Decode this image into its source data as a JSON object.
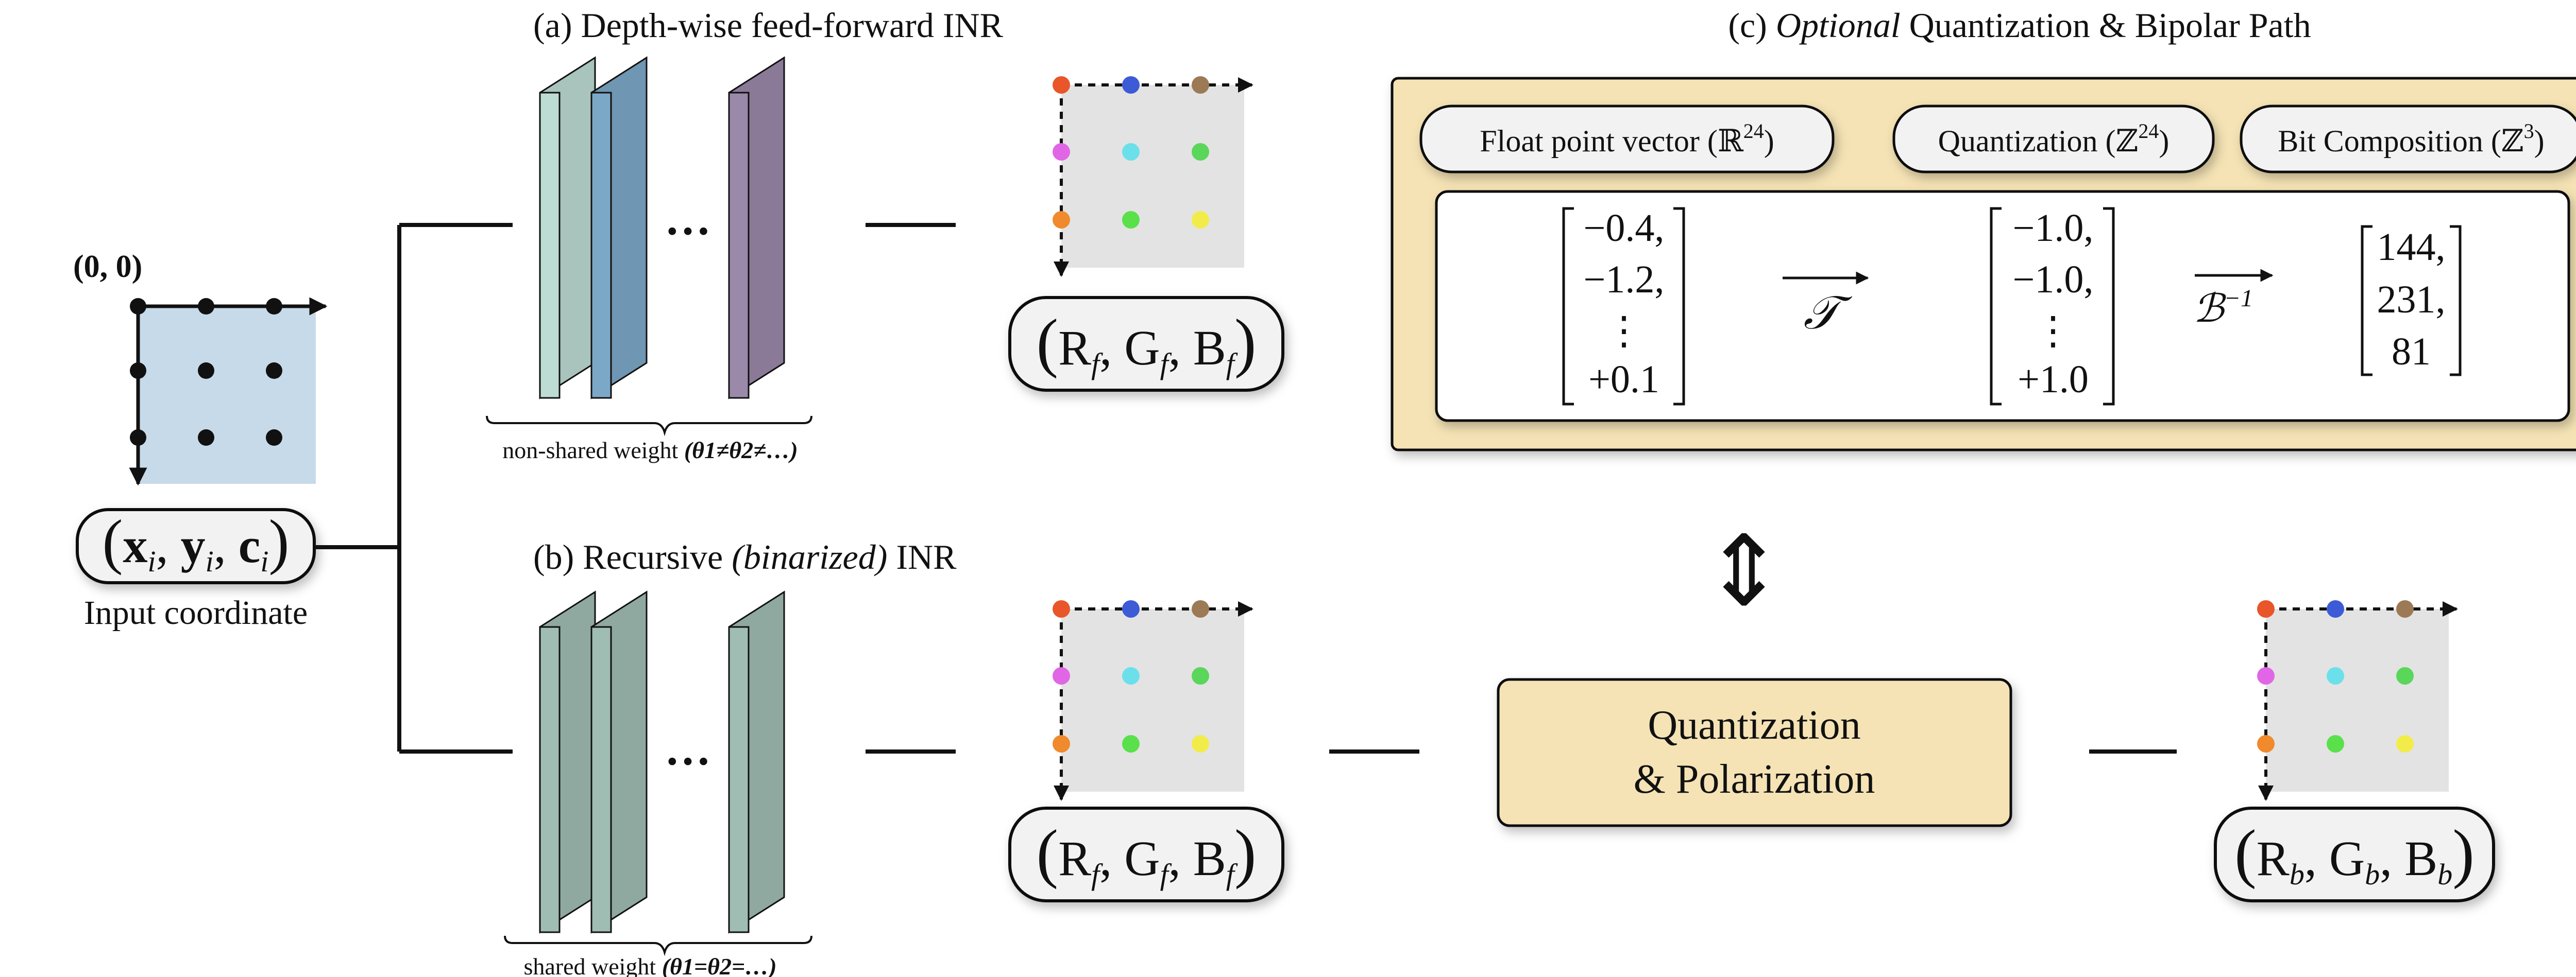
{
  "input": {
    "origin_label": "(0, 0)",
    "tuple": {
      "x": "x",
      "xi": "i",
      "y": "y",
      "yi": "i",
      "c": "c",
      "ci": "i"
    },
    "caption": "Input coordinate"
  },
  "panel_a": {
    "prefix": "(a)",
    "title": "Depth-wise feed-forward INR",
    "ellipsis": "…",
    "brace_text": "non-shared weight",
    "brace_math": "(θ1≠θ2≠…)",
    "output": {
      "R": "R",
      "G": "G",
      "B": "B",
      "sub": "f"
    }
  },
  "panel_b": {
    "prefix": "(b)",
    "title_pre": "Recursive ",
    "title_italic": "(binarized)",
    "title_post": " INR",
    "ellipsis": "…",
    "brace_text": "shared weight",
    "brace_math": "(θ1=θ2=…)",
    "output": {
      "R": "R",
      "G": "G",
      "B": "B",
      "sub": "f"
    }
  },
  "panel_c": {
    "prefix": "(c)",
    "title_italic": "Optional",
    "title_rest": " Quantization & Bipolar Path",
    "pills": [
      {
        "text": "Float point vector (ℝ",
        "sup": "24",
        "close": ")"
      },
      {
        "text": "Quantization (ℤ",
        "sup": "24",
        "close": ")"
      },
      {
        "text": "Bit Composition (ℤ",
        "sup": "3",
        "close": ")"
      }
    ],
    "vector_float": [
      "−0.4,",
      "−1.2,",
      "⋮",
      "+0.1"
    ],
    "vector_quant": [
      "−1.0,",
      "−1.0,",
      "⋮",
      "+1.0"
    ],
    "vector_bits": [
      "144,",
      "231,",
      "81"
    ],
    "op_T": "𝒯",
    "op_B": "ℬ",
    "op_B_sup": "−1"
  },
  "equiv_arrow": "⇕",
  "quant_box": {
    "line1": "Quantization",
    "line2": "& Polarization"
  },
  "final_output": {
    "R": "R",
    "G": "G",
    "B": "B",
    "sub": "b"
  },
  "colors": {
    "input_grid": "#c7dae9",
    "pixel_grid": "#e3e3e3",
    "panel_c_bg": "#f5e3b5",
    "quant_box_bg": "#f5e3b5",
    "layer_a1": "#a9c4bd",
    "layer_a2": "#6f96b2",
    "layer_a3": "#8a7a98",
    "layer_b": "#8fa9a0",
    "dots": [
      "#e8562a",
      "#3d5bd6",
      "#9b7a55",
      "#e066e6",
      "#6be0ea",
      "#5ad65a",
      "#f08a2c",
      "#5ae04a",
      "#f2ec4a"
    ]
  }
}
